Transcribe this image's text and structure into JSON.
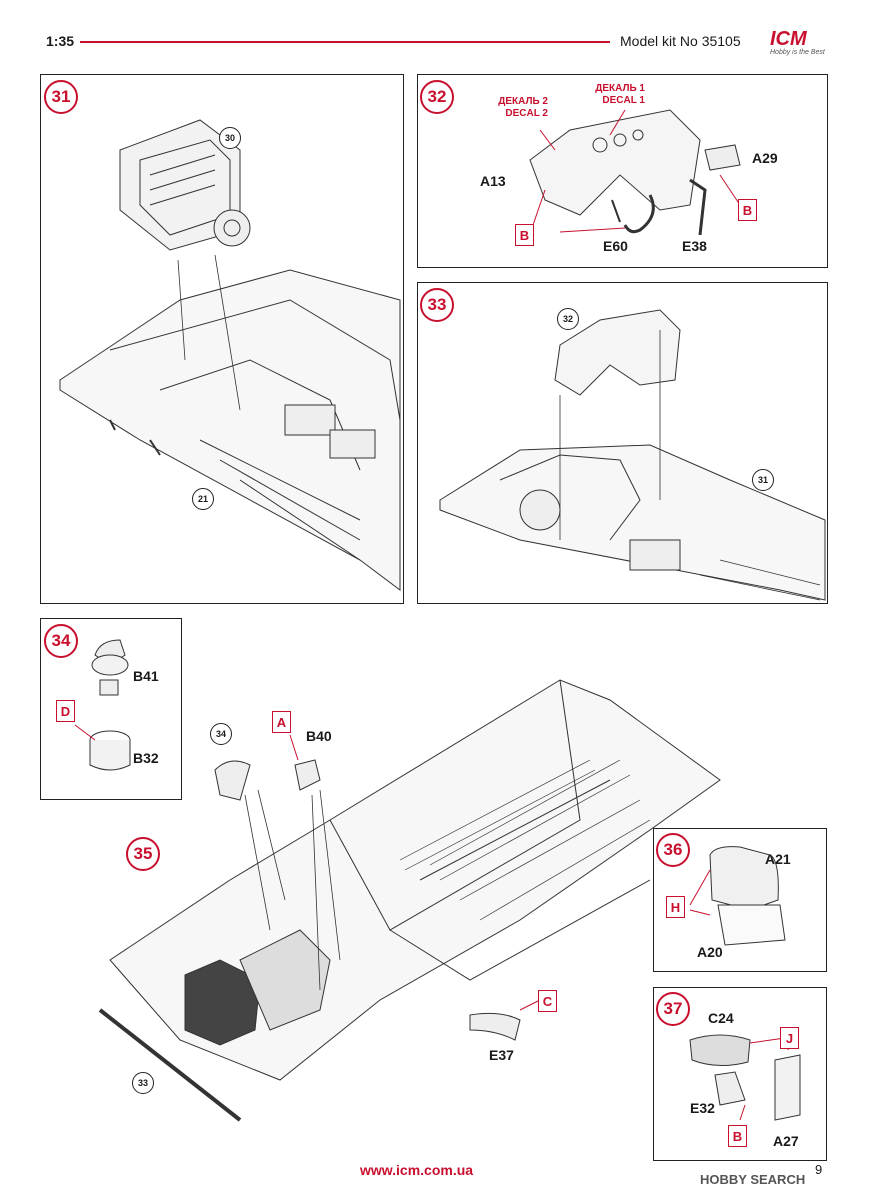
{
  "header": {
    "scale": "1:35",
    "kit": "Model kit No 35105",
    "logo": "ICM",
    "logo_tagline": "Hobby is the Best"
  },
  "steps": {
    "s31": {
      "num": "31",
      "refs": [
        "30",
        "21"
      ]
    },
    "s32": {
      "num": "32",
      "decal2_ru": "ДЕКАЛЬ 2",
      "decal2_en": "DECAL 2",
      "decal1_ru": "ДЕКАЛЬ 1",
      "decal1_en": "DECAL 1",
      "parts": [
        "A13",
        "A29",
        "E60",
        "E38"
      ],
      "color_b": "B"
    },
    "s33": {
      "num": "33",
      "refs": [
        "32",
        "31"
      ]
    },
    "s34": {
      "num": "34",
      "parts": [
        "B41",
        "B32"
      ],
      "color_d": "D"
    },
    "s35": {
      "num": "35",
      "refs": [
        "34",
        "33"
      ],
      "parts": [
        "B40",
        "E37"
      ],
      "color_a": "A",
      "color_c": "C"
    },
    "s36": {
      "num": "36",
      "parts": [
        "A21",
        "A20"
      ],
      "color_h": "H"
    },
    "s37": {
      "num": "37",
      "parts": [
        "C24",
        "E32",
        "A27"
      ],
      "color_j": "J",
      "color_b": "B"
    }
  },
  "footer": {
    "url": "www.icm.com.ua",
    "page": "9",
    "watermark": "HOBBY SEARCH"
  },
  "colors": {
    "accent": "#c8102e",
    "line": "#222222"
  }
}
